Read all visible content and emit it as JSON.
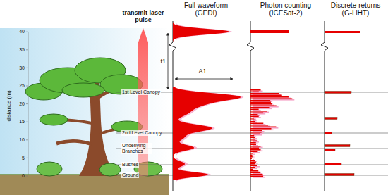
{
  "diagram": {
    "labels": [
      "Full waveform (GEDI)",
      "Photon counting (ICESat-2)",
      "Discrete returns (G-LiHT)",
      "transmit laser pulse",
      "40",
      "35",
      "30",
      "25",
      "20",
      "15",
      "10",
      "5",
      "0",
      "distance (m)",
      "1st Level Canopy",
      "2nd Level Canopy",
      "Underlying Branches",
      "Bushes",
      "Ground",
      "t1",
      "A1"
    ]
  }
}
